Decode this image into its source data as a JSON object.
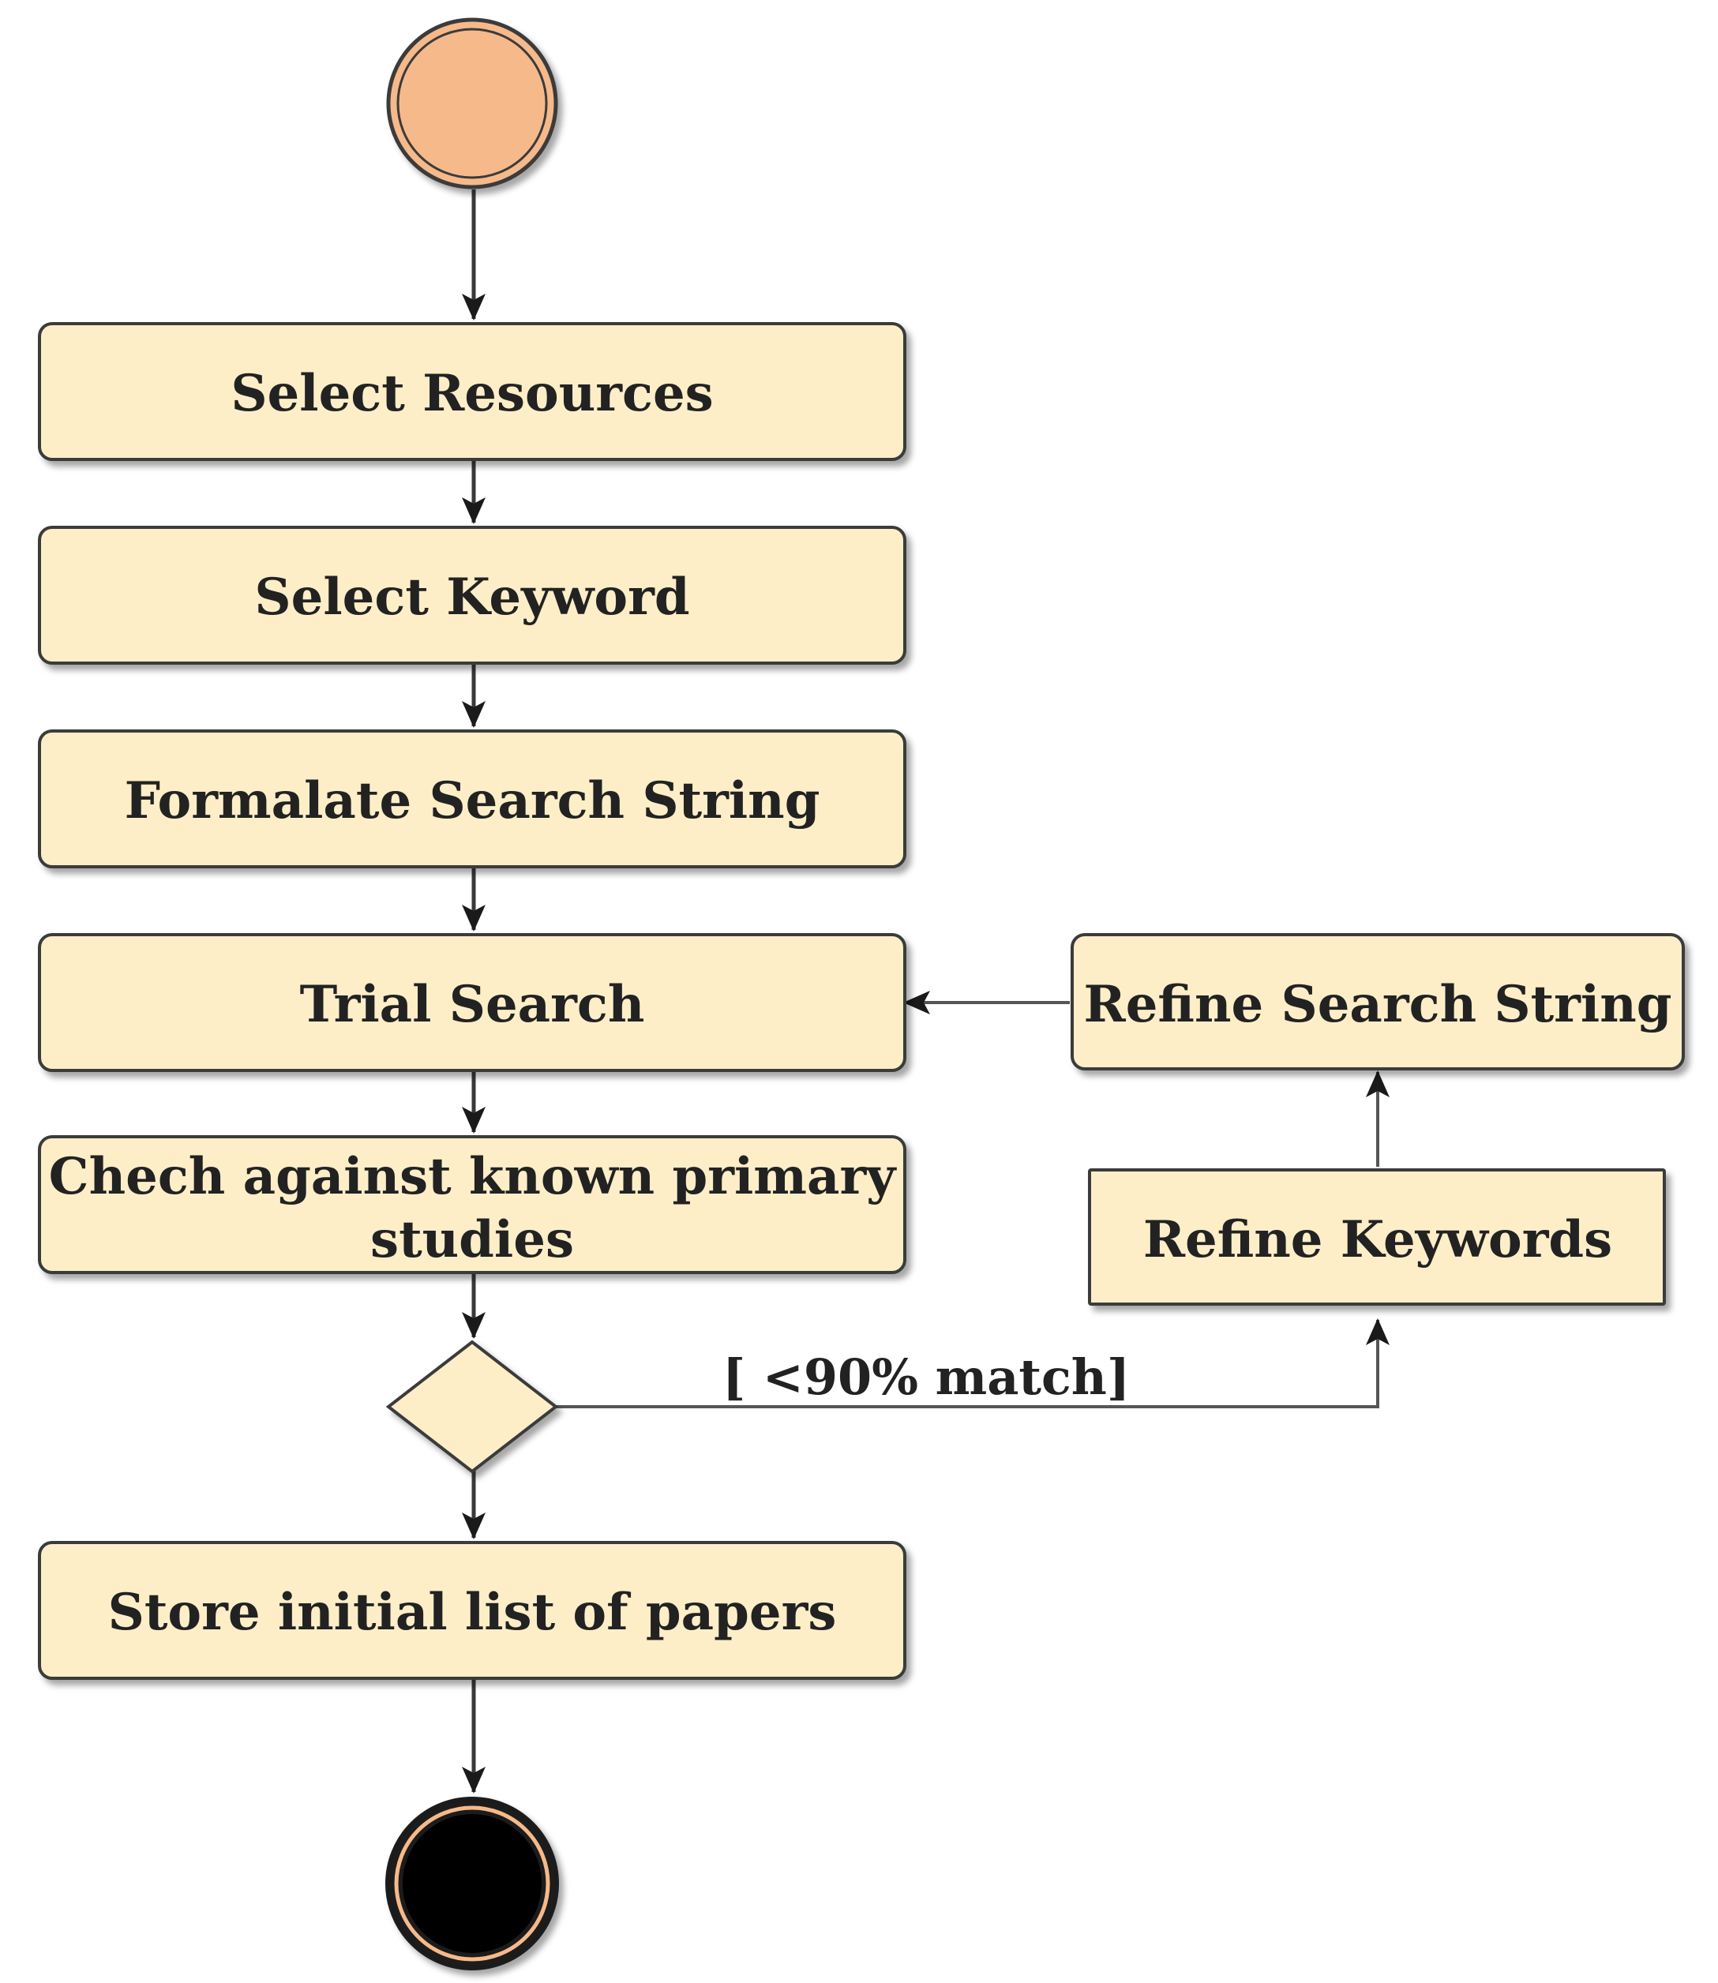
{
  "diagram": {
    "type": "UML activity diagram",
    "nodes": {
      "select_resources": "Select Resources",
      "select_keyword": "Select Keyword",
      "formulate_search_string": "Formalate Search String",
      "trial_search": "Trial Search",
      "check_primary_line1": "Chech against known primary",
      "check_primary_line2": "studies",
      "store_papers": "Store initial list of papers",
      "refine_search_string": "Refine Search String",
      "refine_keywords": "Refine Keywords"
    },
    "guard": "[ <90% match]"
  },
  "colors": {
    "start_node": "#f6b98a",
    "action_fill": "#fdeec8",
    "end_node": "#000000",
    "stroke": "#3a3a3a"
  }
}
